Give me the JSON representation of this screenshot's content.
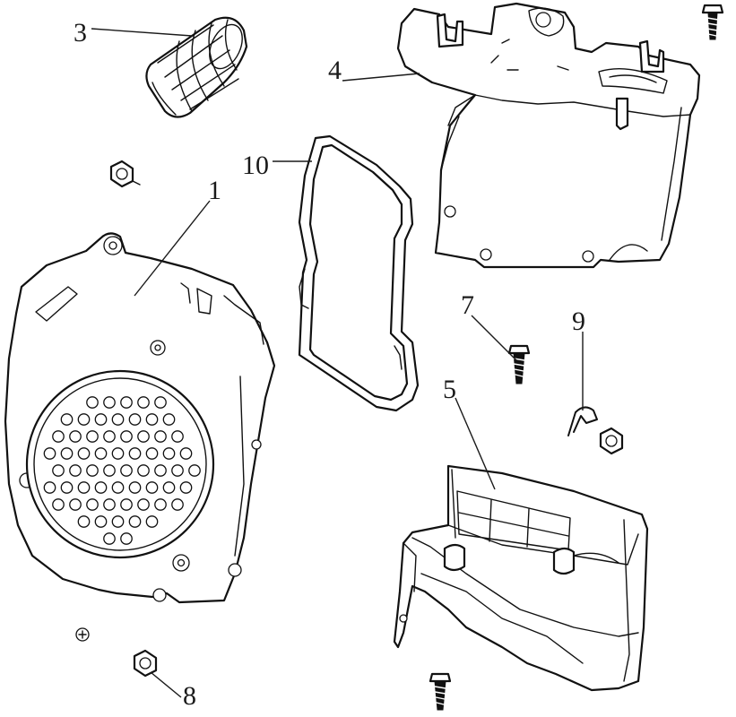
{
  "callouts": {
    "c1": "1",
    "c3": "3",
    "c4": "4",
    "c5": "5",
    "c7": "7",
    "c8": "8",
    "c9": "9",
    "c10": "10"
  }
}
